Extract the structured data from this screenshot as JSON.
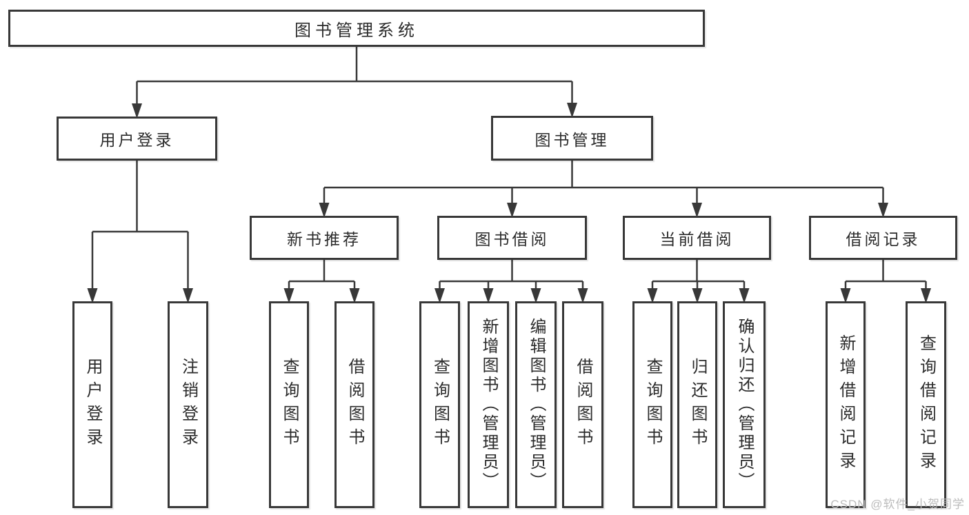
{
  "diagram": {
    "title": "图书管理系统",
    "watermark": "CSDN @软件_小贺同学",
    "colors": {
      "line": "#383838",
      "box_border": "#383838",
      "text": "#2b2b2b",
      "watermark": "#bcbcbc",
      "background": "#ffffff"
    },
    "nodes": [
      {
        "id": "root",
        "label": "图书管理系统",
        "parent": null
      },
      {
        "id": "user-login",
        "label": "用户登录",
        "parent": "root"
      },
      {
        "id": "book-management",
        "label": "图书管理",
        "parent": "root"
      },
      {
        "id": "new-book-recommend",
        "label": "新书推荐",
        "parent": "book-management"
      },
      {
        "id": "book-borrowing",
        "label": "图书借阅",
        "parent": "book-management"
      },
      {
        "id": "current-borrowing",
        "label": "当前借阅",
        "parent": "book-management"
      },
      {
        "id": "borrow-records",
        "label": "借阅记录",
        "parent": "book-management"
      },
      {
        "id": "user-login-leaf",
        "label": "用户登录",
        "parent": "user-login"
      },
      {
        "id": "logout",
        "label": "注销登录",
        "parent": "user-login"
      },
      {
        "id": "recommend-query-books",
        "label": "查询图书",
        "parent": "new-book-recommend"
      },
      {
        "id": "recommend-borrow-books",
        "label": "借阅图书",
        "parent": "new-book-recommend"
      },
      {
        "id": "borrowing-query-books",
        "label": "查询图书",
        "parent": "book-borrowing"
      },
      {
        "id": "borrowing-add-books",
        "label": "新增图书（管理员）",
        "parent": "book-borrowing"
      },
      {
        "id": "borrowing-edit-books",
        "label": "编辑图书（管理员）",
        "parent": "book-borrowing"
      },
      {
        "id": "borrowing-borrow-books",
        "label": "借阅图书",
        "parent": "book-borrowing"
      },
      {
        "id": "current-query-books",
        "label": "查询图书",
        "parent": "current-borrowing"
      },
      {
        "id": "current-return-books",
        "label": "归还图书",
        "parent": "current-borrowing"
      },
      {
        "id": "current-confirm-return",
        "label": "确认归还（管理员）",
        "parent": "current-borrowing"
      },
      {
        "id": "records-add-record",
        "label": "新增借阅记录",
        "parent": "borrow-records"
      },
      {
        "id": "records-query-record",
        "label": "查询借阅记录",
        "parent": "borrow-records"
      }
    ]
  }
}
